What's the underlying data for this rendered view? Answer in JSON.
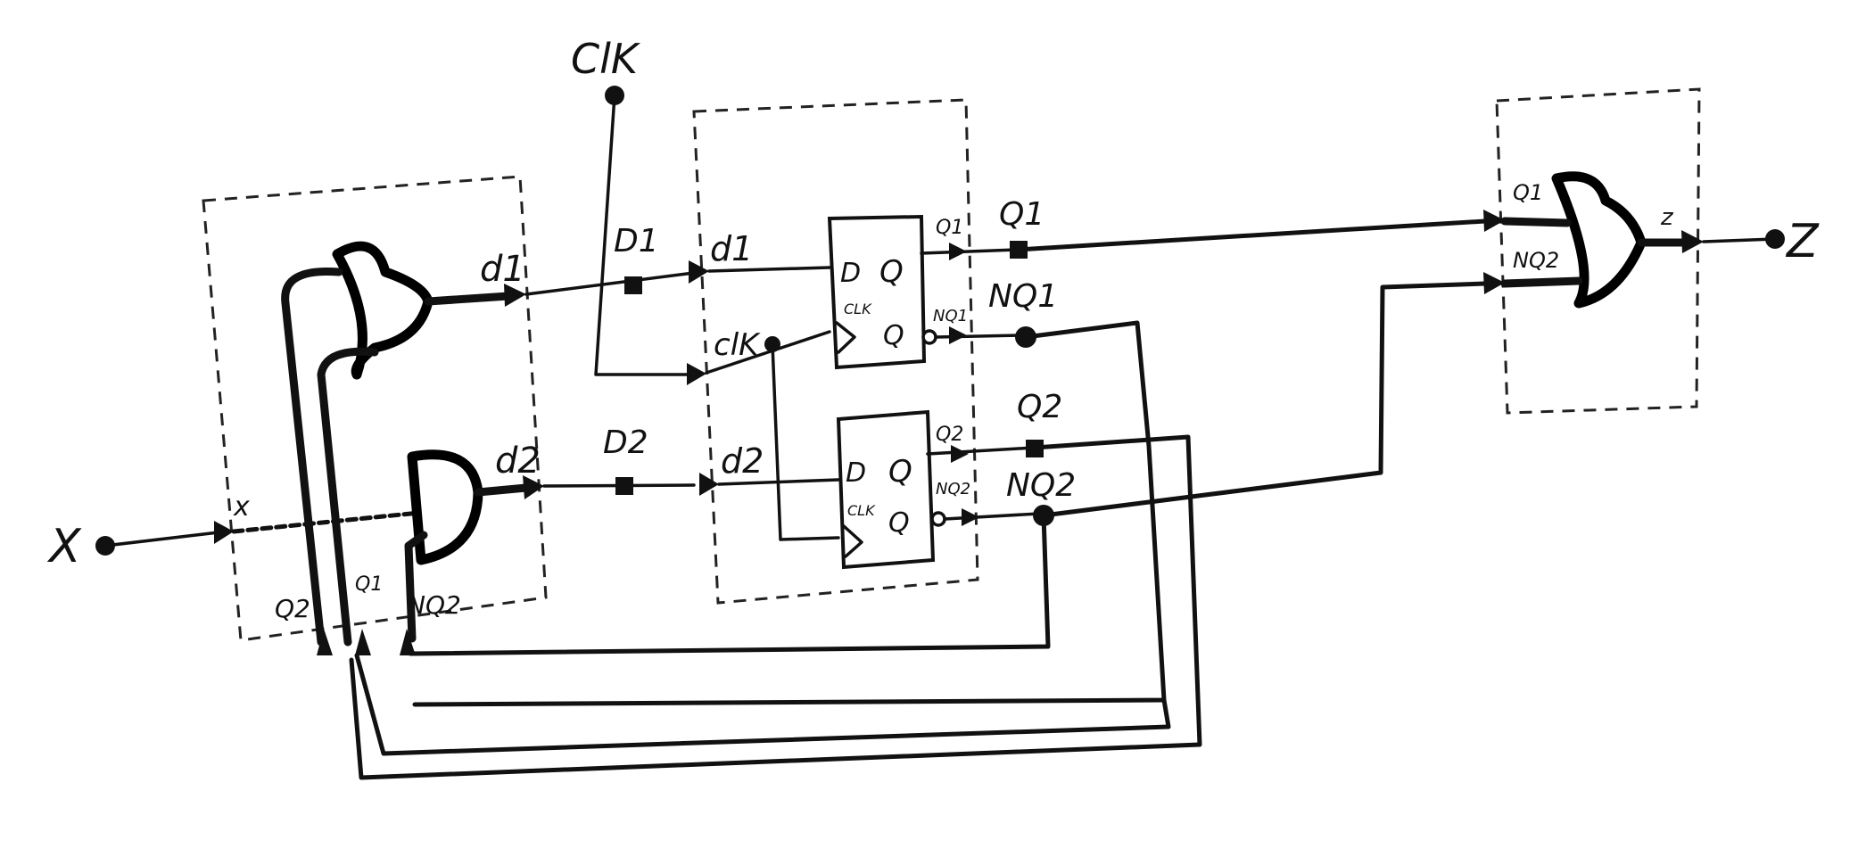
{
  "labels": {
    "clk_input": "ClK",
    "x_input": "X",
    "z_output": "Z",
    "x_in": "x",
    "d1_out": "d1",
    "d2_out": "d2",
    "D1_probe": "D1",
    "D2_probe": "D2",
    "ff_d1": "d1",
    "ff_d2": "d2",
    "ff_clk": "clK",
    "Q1_probe": "Q1",
    "NQ1_probe": "NQ1",
    "Q2_probe": "Q2",
    "NQ2_probe": "NQ2",
    "ff1_D": "D",
    "ff1_Q": "Q",
    "ff1_NQ": "Q",
    "ff1_CLK": "CLK",
    "ff1_Qpin": "Q1",
    "ff1_NQpin": "NQ1",
    "ff2_D": "D",
    "ff2_Q": "Q",
    "ff2_NQ": "Q",
    "ff2_CLK": "CLK",
    "ff2_Qpin": "Q2",
    "ff2_NQpin": "NQ2",
    "comb_q2": "Q2",
    "comb_q1": "Q1",
    "comb_nq2": "NQ2",
    "out_q1": "Q1",
    "out_nq2": "NQ2",
    "out_z": "z"
  }
}
